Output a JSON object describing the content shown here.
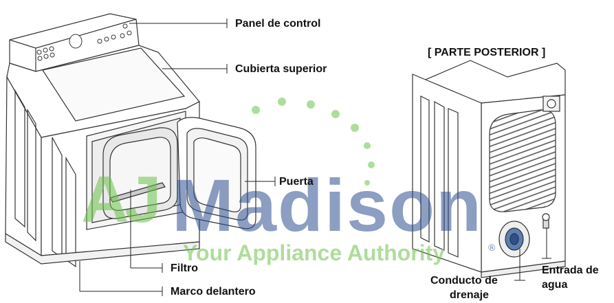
{
  "labels": {
    "control_panel": "Panel de control",
    "top_cover": "Cubierta superior",
    "door": "Puerta",
    "filter": "Filtro",
    "front_frame": "Marco delantero",
    "rear_title": "[ PARTE POSTERIOR ]",
    "drain_line1": "Conducto de",
    "drain_line2": "drenaje",
    "water_inlet_line1": "Entrada de",
    "water_inlet_line2": "agua"
  },
  "watermark": {
    "logo_letters": "AJ",
    "brand": "Madison",
    "tagline": "Your Appliance Authority",
    "trademark": "®",
    "brand_color": "#2f4f8f",
    "logo_color": "#6cc24a"
  }
}
